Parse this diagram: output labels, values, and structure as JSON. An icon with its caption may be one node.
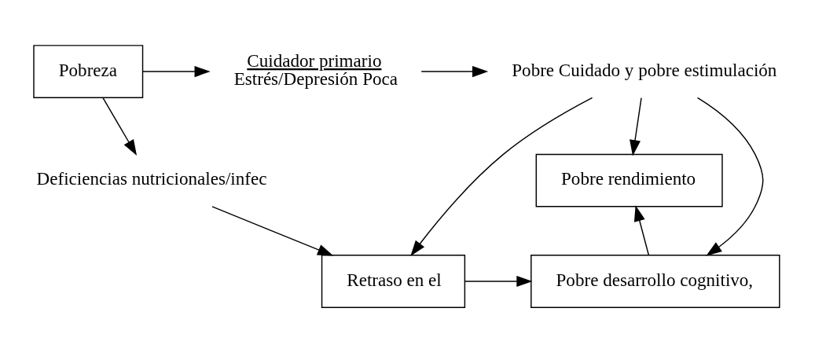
{
  "diagram": {
    "nodes": [
      {
        "text": [
          "Pobreza"
        ]
      },
      {
        "text": [
          "Cuidador primario",
          "Estrés/Depresión Poca"
        ]
      },
      {
        "text": [
          "Pobre Cuidado y pobre estimulación"
        ]
      },
      {
        "text": [
          "Pobre rendimiento"
        ]
      },
      {
        "text": [
          "Deficiencias nutricionales/infec"
        ]
      },
      {
        "text": [
          "Retraso en el"
        ]
      },
      {
        "text": [
          "Pobre desarrollo cognitivo,"
        ]
      }
    ],
    "edges": [
      {
        "from": 0,
        "to": 1,
        "arrow": "to"
      },
      {
        "from": 1,
        "to": 2,
        "arrow": "to"
      },
      {
        "from": 0,
        "to": 4,
        "arrow": "to"
      },
      {
        "from": 4,
        "to": 5,
        "arrow": "to"
      },
      {
        "from": 2,
        "to": 5,
        "arrow": "to"
      },
      {
        "from": 2,
        "to": 6,
        "arrow": "to"
      },
      {
        "from": 2,
        "to": 3,
        "arrow": "to"
      },
      {
        "from": 5,
        "to": 6,
        "arrow": "to"
      },
      {
        "from": 6,
        "to": 3,
        "arrow": "to"
      }
    ]
  }
}
